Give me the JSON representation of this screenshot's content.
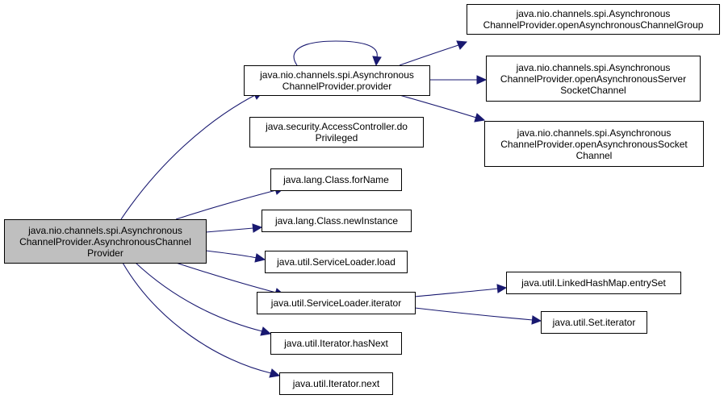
{
  "colors": {
    "edge": "#191970",
    "root_fill": "#bfbfbf",
    "node_fill": "#ffffff",
    "node_border": "#000000"
  },
  "nodes": {
    "root": "java.nio.channels.spi.Asynchronous\nChannelProvider.AsynchronousChannel\nProvider",
    "provider": "java.nio.channels.spi.Asynchronous\nChannelProvider.provider",
    "doPrivileged": "java.security.AccessController.do\nPrivileged",
    "forName": "java.lang.Class.forName",
    "newInstance": "java.lang.Class.newInstance",
    "sl_load": "java.util.ServiceLoader.load",
    "sl_iterator": "java.util.ServiceLoader.iterator",
    "hasNext": "java.util.Iterator.hasNext",
    "next": "java.util.Iterator.next",
    "openGroup": "java.nio.channels.spi.Asynchronous\nChannelProvider.openAsynchronousChannelGroup",
    "openServer": "java.nio.channels.spi.Asynchronous\nChannelProvider.openAsynchronousServer\nSocketChannel",
    "openSocket": "java.nio.channels.spi.Asynchronous\nChannelProvider.openAsynchronousSocket\nChannel",
    "entrySet": "java.util.LinkedHashMap.entrySet",
    "set_iterator": "java.util.Set.iterator"
  }
}
